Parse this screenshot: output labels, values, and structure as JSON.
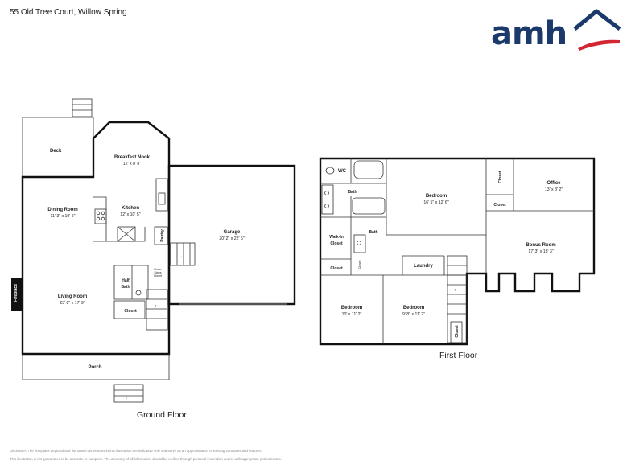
{
  "header": {
    "address": "55 Old Tree Court, Willow Spring"
  },
  "logo": {
    "text": "amh",
    "brand_color": "#1b3a6b",
    "accent_color": "#d22630"
  },
  "ground_floor": {
    "label": "Ground Floor",
    "rooms": {
      "deck": {
        "name": "Deck"
      },
      "breakfast_nook": {
        "name": "Breakfast Nook",
        "dims": "12' x 8' 8\""
      },
      "dining_room": {
        "name": "Dining Room",
        "dims": "11' 3\" x 10' 5\""
      },
      "kitchen": {
        "name": "Kitchen",
        "dims": "12' x 10' 5\""
      },
      "pantry": {
        "name": "Pantry"
      },
      "garage": {
        "name": "Garage",
        "dims": "20' 2\" x 22' 5\""
      },
      "fireplace": {
        "name": "Fireplace"
      },
      "living_room": {
        "name": "Living Room",
        "dims": "23' 8\" x 17' 9\""
      },
      "half_bath": {
        "line1": "Half",
        "line2": "Bath"
      },
      "under_stairs": {
        "line1": "Under",
        "line2": "Stairs",
        "line3": "Closet"
      },
      "closet": {
        "name": "Closet"
      },
      "porch": {
        "name": "Porch"
      }
    }
  },
  "first_floor": {
    "label": "First Floor",
    "rooms": {
      "wc": {
        "name": "WC"
      },
      "bath_top": {
        "name": "Bath"
      },
      "bath_mid": {
        "name": "Bath"
      },
      "walk_in": {
        "line1": "Walk-In",
        "line2": "Closet"
      },
      "bedroom_main": {
        "name": "Bedroom",
        "dims": "16' 5\" x 12' 6\""
      },
      "closet_vertical": {
        "name": "Closet"
      },
      "closet_right": {
        "name": "Closet"
      },
      "office": {
        "name": "Office",
        "dims": "13' x 8' 2\""
      },
      "bonus_room": {
        "name": "Bonus Room",
        "dims": "17' 3\" x 13' 3\""
      },
      "closet_left": {
        "name": "Closet"
      },
      "linen": {
        "name": "Closet"
      },
      "laundry": {
        "name": "Laundry"
      },
      "bedroom_left": {
        "name": "Bedroom",
        "dims": "10' x 11' 2\""
      },
      "bedroom_right": {
        "name": "Bedroom",
        "dims": "9' 8\" x 11' 2\""
      },
      "closet_stair": {
        "name": "Closet"
      }
    }
  },
  "disclaimer": {
    "line1": "Disclaimer: The floorplans depicted and the stated dimensions in this illustration are indicative only and serve as an approximation of existing structures and features.",
    "line2": "This illustration is not guaranteed to be accurate or complete. The accuracy of all information should be verified through personal inspection and/or with appropriate professionals."
  }
}
